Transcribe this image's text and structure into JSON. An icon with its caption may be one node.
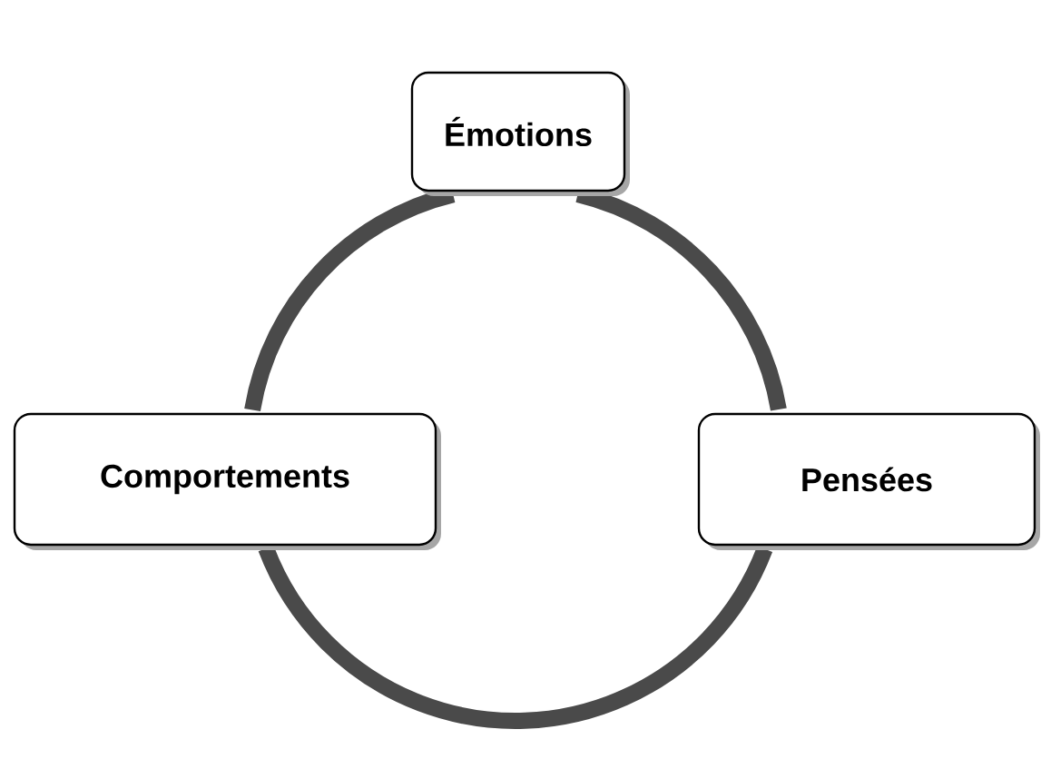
{
  "diagram": {
    "nodes": [
      {
        "text": [
          "Émotions"
        ]
      },
      {
        "text": [
          "Comportements"
        ]
      },
      {
        "text": [
          "Pensées"
        ]
      }
    ],
    "edges": [
      {
        "from": 0,
        "to": 2,
        "arrow": "none"
      },
      {
        "from": 2,
        "to": 1,
        "arrow": "none"
      },
      {
        "from": 1,
        "to": 0,
        "arrow": "none"
      }
    ]
  }
}
